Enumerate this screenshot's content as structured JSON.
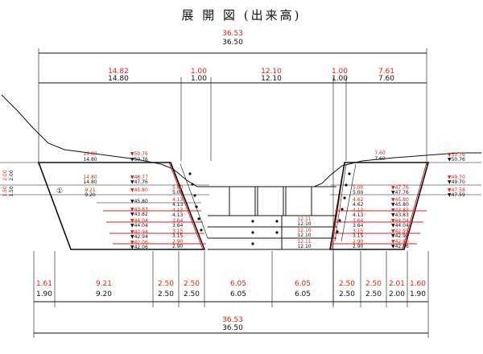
{
  "title": "展 開 図 (出来高)",
  "overall": {
    "design": "36.50",
    "actual": "36.53"
  },
  "top_dims": [
    {
      "design": "14.80",
      "actual": "14.82"
    },
    {
      "design": "1.00",
      "actual": "1.00"
    },
    {
      "design": "12.10",
      "actual": "12.10"
    },
    {
      "design": "1.00",
      "actual": "1.00"
    },
    {
      "design": "7.60",
      "actual": "7.61"
    }
  ],
  "bottom_dims": [
    {
      "design": "1.90",
      "actual": "1.61"
    },
    {
      "design": "9.20",
      "actual": "9.21"
    },
    {
      "design": "2.50",
      "actual": "2.50"
    },
    {
      "design": "2.50",
      "actual": "2.50"
    },
    {
      "design": "6.05",
      "actual": "6.05"
    },
    {
      "design": "6.05",
      "actual": "6.05"
    },
    {
      "design": "2.50",
      "actual": "2.50"
    },
    {
      "design": "2.50",
      "actual": "2.50"
    },
    {
      "design": "2.00",
      "actual": "2.01"
    },
    {
      "design": "1.90",
      "actual": "1.60"
    }
  ],
  "left_slope": {
    "top_design": "14.80",
    "top_actual": "14.80",
    "mid_design": "14.80",
    "mid_actual": "14.80",
    "low_design": "9.20",
    "low_actual": "9.21",
    "side_design": "2.00",
    "side_actual": "2.00",
    "side2_design": "1.50",
    "side2_actual": "1.50",
    "marker": "①"
  },
  "left_levels": [
    {
      "actual": "▼50.76",
      "design": "▼50.76"
    },
    {
      "actual": "▼48.77",
      "design": "▼47.76"
    },
    {
      "actual": "▼45.80",
      "design": "▼45.80"
    },
    {
      "actual": "▼43.83",
      "design": "▼43.82"
    },
    {
      "actual": "▼44.04",
      "design": "▼44.04"
    },
    {
      "actual": "▼42.94",
      "design": "▼42.94"
    },
    {
      "actual": "▼42.06",
      "design": "▼42.06"
    }
  ],
  "left_steps": [
    {
      "actual": "5.00",
      "design": "5.00"
    },
    {
      "actual": "4.13",
      "design": "4.13"
    },
    {
      "actual": "4.13",
      "design": "4.13"
    },
    {
      "actual": "3.64",
      "design": "3.64"
    },
    {
      "actual": "3.15",
      "design": "3.15"
    },
    {
      "actual": "2.90",
      "design": "2.90"
    }
  ],
  "center_dims": [
    {
      "actual": "12.11",
      "design": "12.10"
    },
    {
      "actual": "12.10",
      "design": "12.10"
    },
    {
      "actual": "12.11",
      "design": "12.10"
    }
  ],
  "right_slope": {
    "top_actual": "7.60",
    "top_design": "7.60",
    "side_actual": "▼50.76",
    "side_design": "▼50.76",
    "mid_actual": "▼49.70",
    "mid_design": "▼49.70",
    "low_actual": "▼47.58",
    "low_design": "▼47.59"
  },
  "right_levels": [
    {
      "actual": "▼47.76",
      "design": "▼47.76"
    },
    {
      "actual": "▼45.80",
      "design": "▼45.80"
    },
    {
      "actual": "▼43.83",
      "design": "▼43.83"
    },
    {
      "actual": "▼44.04",
      "design": "▼44.04"
    },
    {
      "actual": "▼42.95",
      "design": "▼42.95"
    },
    {
      "actual": "▼42.86",
      "design": "▼42.86"
    }
  ],
  "right_steps": [
    {
      "actual": "5.00",
      "design": "5.00"
    },
    {
      "actual": "4.62",
      "design": "4.62"
    },
    {
      "actual": "4.13",
      "design": "4.13"
    },
    {
      "actual": "3.64",
      "design": "3.64"
    },
    {
      "actual": "3.15",
      "design": "3.15"
    },
    {
      "actual": "2.90",
      "design": "2.90"
    }
  ]
}
